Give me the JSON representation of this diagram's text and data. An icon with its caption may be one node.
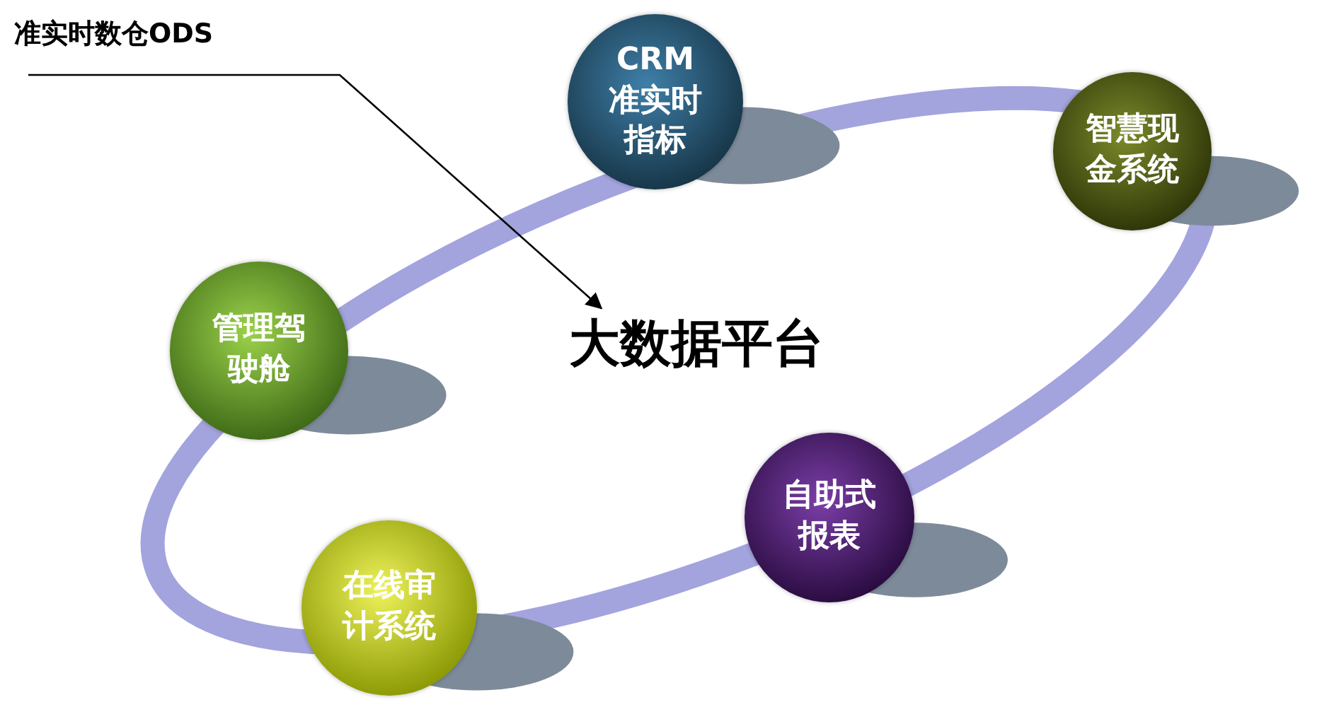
{
  "diagram": {
    "nodes": [
      {
        "text": [
          "准实时数仓ODS"
        ]
      },
      {
        "text": [
          "大数据平台"
        ]
      },
      {
        "text": [
          "CRM准实时指标"
        ]
      },
      {
        "text": [
          "智慧现金系统"
        ]
      },
      {
        "text": [
          "管理驾驶舱"
        ]
      },
      {
        "text": [
          "自助式报表"
        ]
      },
      {
        "text": [
          "在线审计系统"
        ]
      }
    ],
    "edges": [
      {
        "from": 0,
        "to": 1,
        "arrow": "to"
      }
    ]
  }
}
